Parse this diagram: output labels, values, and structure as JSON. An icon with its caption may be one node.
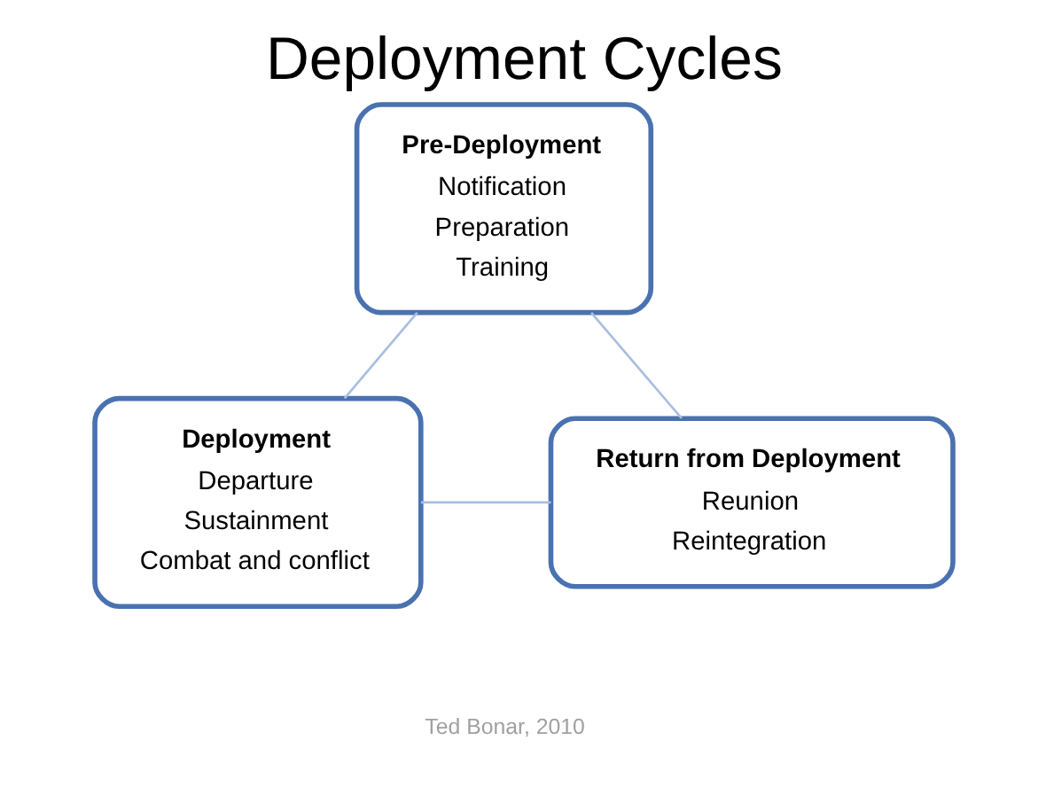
{
  "diagram": {
    "title": "Deployment Cycles",
    "caption": "Ted Bonar, 2010",
    "nodes": [
      {
        "text": [
          "Pre-Deployment",
          "Notification",
          "Preparation",
          "Training"
        ]
      },
      {
        "text": [
          "Return from Deployment",
          "Reunion",
          "Reintegration"
        ]
      },
      {
        "text": [
          "Deployment",
          "Departure",
          "Sustainment",
          "Combat and conflict"
        ]
      }
    ],
    "edges": [
      {
        "from": 0,
        "to": 2,
        "arrow": "none"
      },
      {
        "from": 2,
        "to": 1,
        "arrow": "none"
      },
      {
        "from": 1,
        "to": 0,
        "arrow": "none"
      }
    ]
  }
}
